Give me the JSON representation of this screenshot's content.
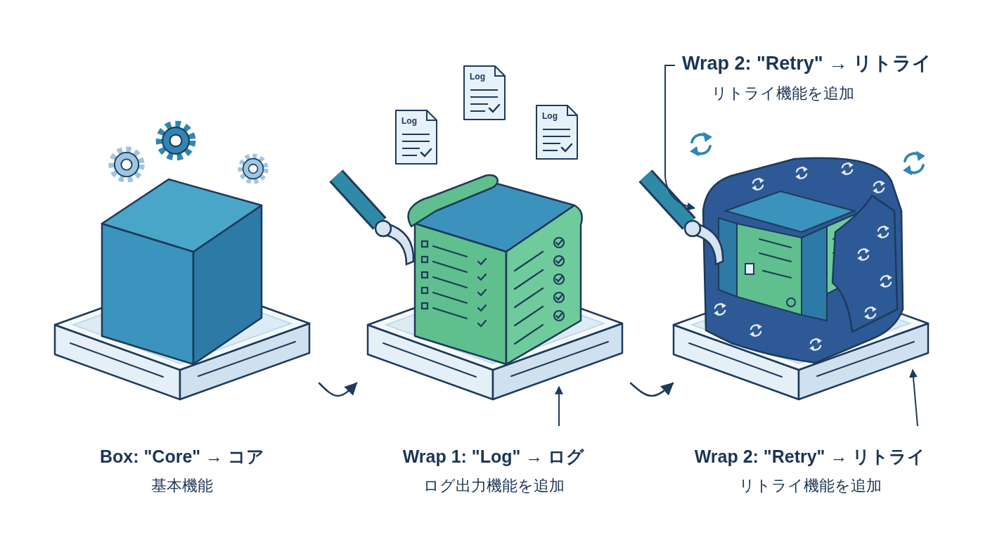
{
  "diagram": {
    "nodes": [
      {
        "text": [
          "Box: \"Core\" → コア",
          "基本機能"
        ]
      },
      {
        "text": [
          "Wrap 1: \"Log\" → ログ",
          "ログ出力機能を追加"
        ]
      },
      {
        "text": [
          "Wrap 2: \"Retry\" → リトライ",
          "リトライ機能を追加"
        ]
      }
    ],
    "edges": [
      {
        "from": 0,
        "to": 1,
        "arrow": "to"
      },
      {
        "from": 1,
        "to": 2,
        "arrow": "to"
      }
    ],
    "labels": [
      "Log",
      "Log",
      "Log",
      "Wrap 2: \"Retry\" → リトライ",
      "リトライ機能を追加"
    ]
  }
}
